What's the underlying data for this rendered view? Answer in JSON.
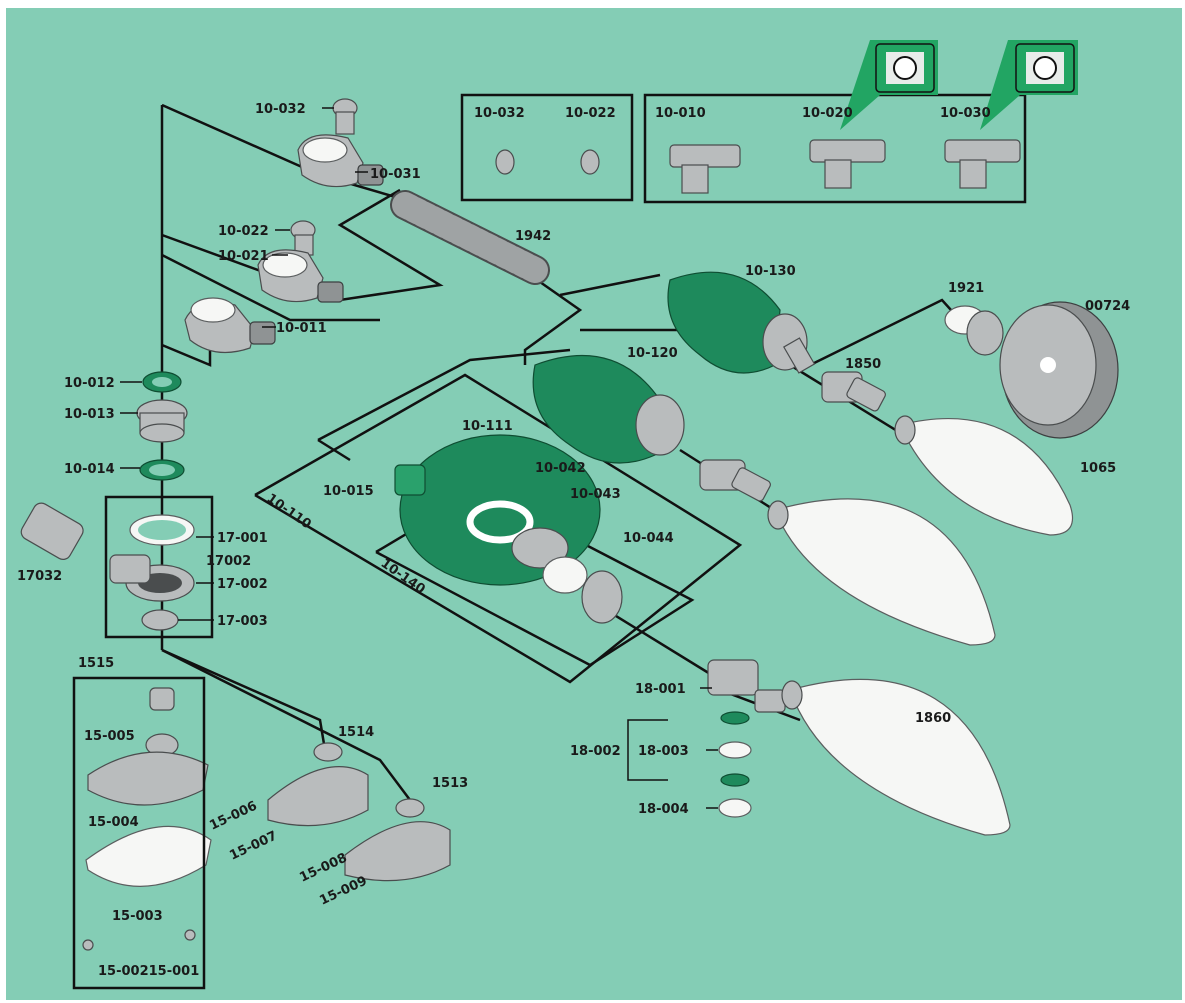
{
  "colors": {
    "background": "#84cdb5",
    "device_green": "#1e8a5c",
    "callout_green": "#22a563",
    "grey_parts": "#b9bcbd",
    "white_bags": "#f6f7f5",
    "lines": "#111111"
  },
  "callout_icons": [
    "valve-face-icon",
    "valve-face-icon"
  ],
  "labels": {
    "p10_032": "10-032",
    "p10_031": "10-031",
    "p10_022": "10-022",
    "p10_021": "10-021",
    "p10_011": "10-011",
    "p10_012": "10-012",
    "p10_013": "10-013",
    "p10_014": "10-014",
    "p1942": "1942",
    "p10_130": "10-130",
    "p1921": "1921",
    "p00724": "00724",
    "p10_120": "10-120",
    "p1850": "1850",
    "p1065": "1065",
    "p10_111": "10-111",
    "p10_015": "10-015",
    "p10_042": "10-042",
    "p10_043": "10-043",
    "p10_110": "10-110",
    "p10_140": "10-140",
    "p10_044": "10-044",
    "p17032": "17032",
    "p17_001": "17-001",
    "p17002": "17002",
    "p17_002": "17-002",
    "p17_003": "17-003",
    "p1515": "1515",
    "p15_005": "15-005",
    "p15_004": "15-004",
    "p15_003": "15-003",
    "p15_002_001": "15-00215-001",
    "p1514": "1514",
    "p1513": "1513",
    "p15_006": "15-006",
    "p15_007": "15-007",
    "p15_008": "15-008",
    "p15_009": "15-009",
    "p18_001": "18-001",
    "p18_002": "18-002",
    "p18_003": "18-003",
    "p18_004": "18-004",
    "p1860": "1860",
    "box1_a": "10-032",
    "box1_b": "10-022",
    "box2_a": "10-010",
    "box2_b": "10-020",
    "box2_c": "10-030"
  }
}
